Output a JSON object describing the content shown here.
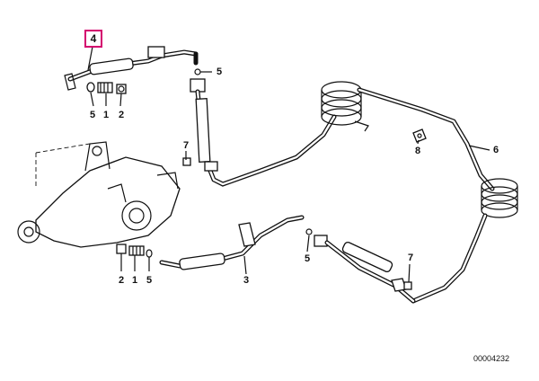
{
  "callouts": [
    {
      "id": "c4-top",
      "label": "4"
    },
    {
      "id": "c5-a",
      "label": "5"
    },
    {
      "id": "c5-b",
      "label": "5"
    },
    {
      "id": "c1-a",
      "label": "1"
    },
    {
      "id": "c2-a",
      "label": "2"
    },
    {
      "id": "c7-a",
      "label": "7"
    },
    {
      "id": "c8",
      "label": "8"
    },
    {
      "id": "c6",
      "label": "6"
    },
    {
      "id": "c2-b",
      "label": "2"
    },
    {
      "id": "c1-b",
      "label": "1"
    },
    {
      "id": "c5-c",
      "label": "5"
    },
    {
      "id": "c3",
      "label": "3"
    },
    {
      "id": "c5-d",
      "label": "5"
    },
    {
      "id": "c7-b",
      "label": "7"
    }
  ],
  "reference_number": "00004232",
  "colors": {
    "highlight": "#d4006e",
    "line": "#111111"
  }
}
